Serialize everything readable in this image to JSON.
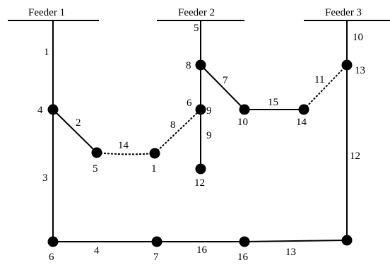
{
  "feeders": {
    "f1": "Feeder 1",
    "f2": "Feeder 2",
    "f3": "Feeder 3"
  },
  "line_labels": {
    "l1": "1",
    "l2": "2",
    "l3": "3",
    "l4": "4",
    "l5": "5",
    "l7": "7",
    "l8": "8",
    "l9": "9",
    "l10": "10",
    "l11": "11",
    "l12": "12",
    "l13": "13",
    "l14": "14",
    "l15": "15",
    "l16": "16"
  },
  "node_labels": {
    "n4": "4",
    "n5": "5",
    "n1": "1",
    "n6_left": "6",
    "n7": "7",
    "n16": "16",
    "n8": "8",
    "n6_mid": "6",
    "n9": "9",
    "n12": "12",
    "n10": "10",
    "n14": "14",
    "n13": "13"
  }
}
